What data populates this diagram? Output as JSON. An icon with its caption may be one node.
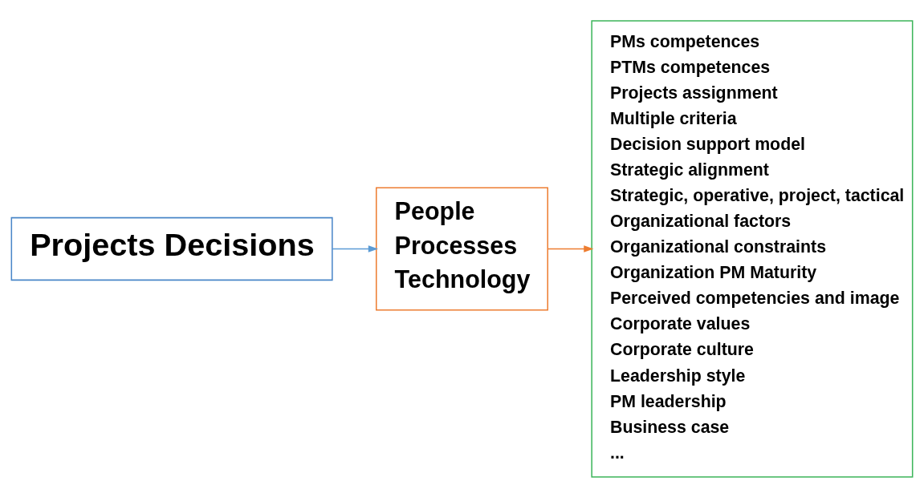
{
  "diagram": {
    "nodes": [
      {
        "text": [
          "Projects Decisions"
        ]
      },
      {
        "text": [
          "People",
          "Processes",
          "Technology"
        ]
      },
      {
        "text": [
          "PMs competences",
          "PTMs competences",
          "Projects assignment",
          "Multiple criteria",
          "Decision support model",
          "Strategic alignment",
          "Strategic, operative, project, tactical",
          "Organizational factors",
          "Organizational constraints",
          "Organization PM Maturity",
          "Perceived competencies and image",
          "Corporate values",
          "Corporate culture",
          "Leadership style",
          "PM leadership",
          "Business case",
          "..."
        ]
      }
    ],
    "edges": [
      {
        "from": 0,
        "to": 1,
        "arrow": "to",
        "color": "#5b9bd5"
      },
      {
        "from": 1,
        "to": 2,
        "arrow": "to",
        "color": "#ed7d31"
      }
    ]
  }
}
